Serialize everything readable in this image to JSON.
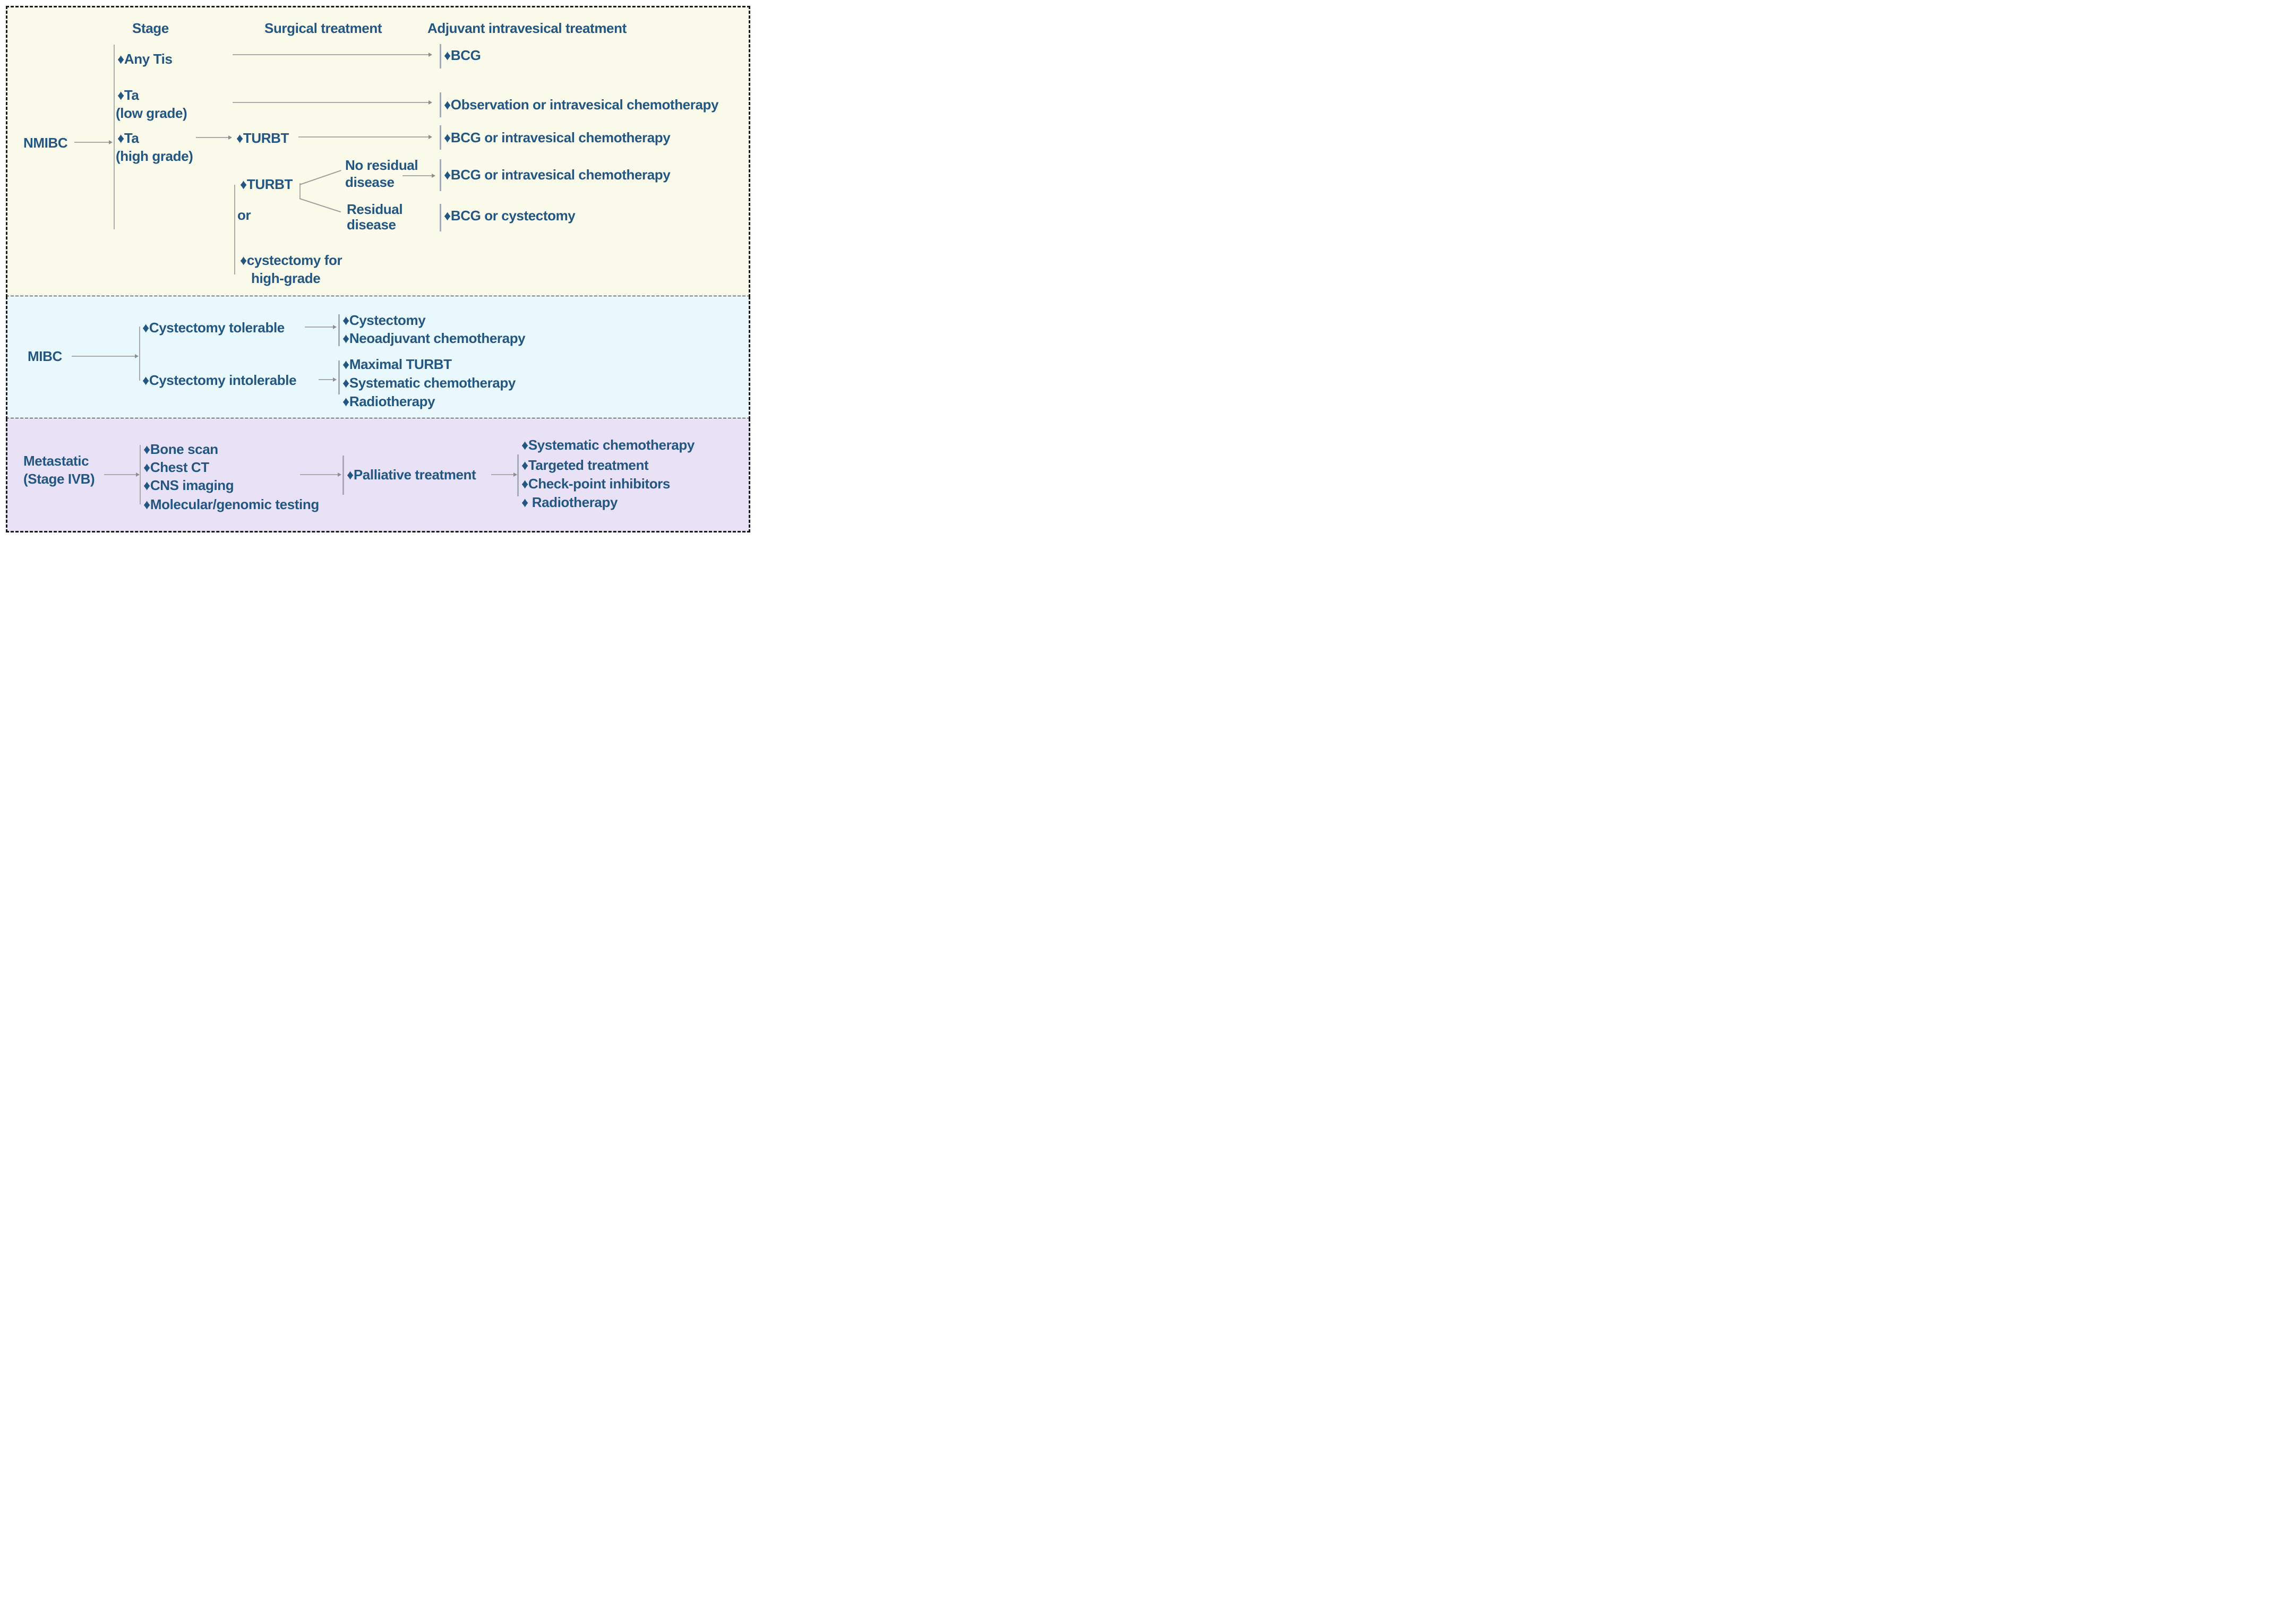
{
  "figure": {
    "title_implicit": "Bladder cancer treatment pathway diagram",
    "colors": {
      "ink": "#235782",
      "line": "#ababab",
      "bar": "#a7adb6",
      "border": "#1a1a1a",
      "panel1": "#fafaeb",
      "panel2": "#e9f8fd",
      "panel3": "#e9e2f6"
    }
  },
  "panel1": {
    "headers": {
      "stage": "Stage",
      "surgical": "Surgical treatment",
      "adjuvant": "Adjuvant intravesical treatment"
    },
    "root": "NMIBC",
    "stages": {
      "any_tis": "♦Any Tis",
      "ta_low": "♦Ta",
      "ta_low_sub": "(low grade)",
      "ta_high": "♦Ta",
      "ta_high_sub": "(high grade)"
    },
    "surgical": {
      "turbt_1": "♦TURBT",
      "turbt_2": "♦TURBT",
      "or": "or",
      "cystectomy_line1": "♦cystectomy for",
      "cystectomy_line2": "high-grade"
    },
    "outcomes": {
      "no_residual_line1": "No residual",
      "no_residual_line2": "disease",
      "residual_line1": "Residual",
      "residual_line2": "disease"
    },
    "adjuvant": {
      "bcg": "♦BCG",
      "observation": "♦Observation or intravesical chemotherapy",
      "bcg_or_chemo_1": "♦BCG or intravesical chemotherapy",
      "bcg_or_chemo_2": "♦BCG or intravesical chemotherapy",
      "bcg_or_cystectomy": "♦BCG or cystectomy"
    }
  },
  "panel2": {
    "root": "MIBC",
    "branches": {
      "tolerable": "♦Cystectomy tolerable",
      "intolerable": "♦Cystectomy intolerable"
    },
    "tolerable_options": [
      "♦Cystectomy",
      "♦Neoadjuvant chemotherapy"
    ],
    "intolerable_options": [
      "♦Maximal TURBT",
      "♦Systematic chemotherapy",
      "♦Radiotherapy"
    ]
  },
  "panel3": {
    "root_line1": "Metastatic",
    "root_line2": "(Stage IVB)",
    "workup": [
      "♦Bone scan",
      "♦Chest CT",
      "♦CNS imaging",
      "♦Molecular/genomic testing"
    ],
    "palliative": "♦Palliative treatment",
    "options": [
      "♦Systematic chemotherapy",
      "♦Targeted treatment",
      "♦Check-point inhibitors",
      "♦ Radiotherapy"
    ]
  }
}
